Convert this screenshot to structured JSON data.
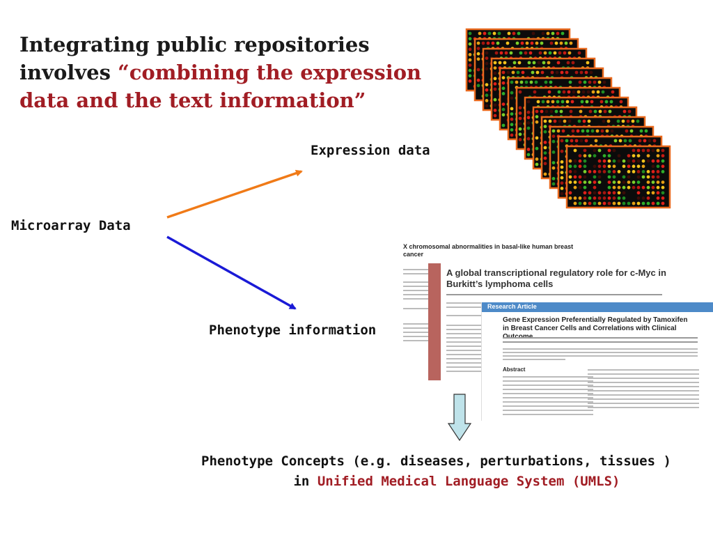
{
  "title": {
    "line1": "Integrating public repositories",
    "line2_prefix": "involves ",
    "line2_quote": "“combining the expression",
    "line3_quote": "data and the text information”"
  },
  "labels": {
    "expression": "Expression data",
    "microarray": "Microarray Data",
    "phenotype": "Phenotype information"
  },
  "papers": {
    "paper1_title": "X chromosomal abnormalities in basal-like human breast cancer",
    "paper2_title": "A global transcriptional regulatory role for c-Myc in Burkitt’s lymphoma cells",
    "paper3_banner": "Research Article",
    "paper3_title": "Gene Expression Preferentially Regulated by Tamoxifen in Breast Cancer Cells and Correlations with Clinical Outcome",
    "paper3_abstract": "Abstract"
  },
  "concepts": {
    "line1": "Phenotype Concepts (e.g. diseases, perturbations, tissues )",
    "line2_prefix": "in ",
    "line2_red": "Unified Medical Language System (UMLS)"
  },
  "colors": {
    "title_red": "#a11d24",
    "arrow_orange": "#f07a17",
    "arrow_blue": "#1a1ad6",
    "arrow_down_fill": "#bfe3ea",
    "array_border": "#e8691e"
  }
}
